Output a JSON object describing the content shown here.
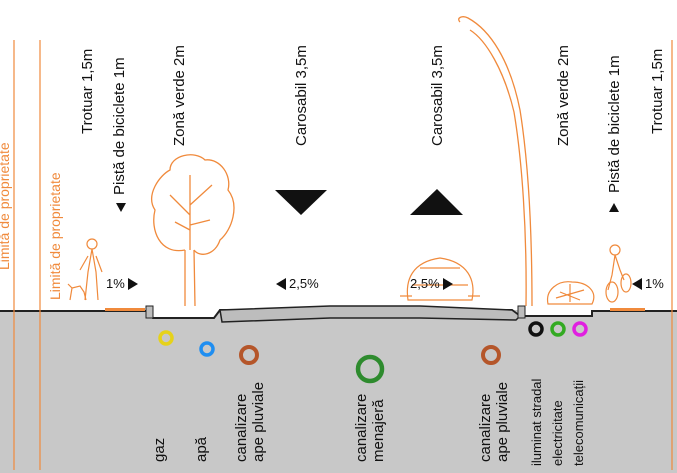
{
  "property_limit": {
    "left_label": "Limită de proprietate",
    "right_label": "Limită de proprietate",
    "color": "#f08a3c"
  },
  "zones": {
    "trotuar_left": "Trotuar 1,5m",
    "bike_left": "Pistă de biciclete 1m",
    "green_left": "Zonă verde 2m",
    "road_left": "Carosabil 3,5m",
    "road_right": "Carosabil 3,5m",
    "green_right": "Zonă verde 2m",
    "bike_right": "Pistă de biciclete 1m",
    "trotuar_right": "Trotuar 1,5m"
  },
  "slopes": {
    "left_sidewalk": "1%",
    "left_road": "2,5%",
    "right_road": "2,5%",
    "right_sidewalk": "1%"
  },
  "utilities": [
    {
      "key": "gaz",
      "label_lines": [
        "gaz"
      ],
      "color": "#e6d21a"
    },
    {
      "key": "apa",
      "label_lines": [
        "apă"
      ],
      "color": "#1f8ef1"
    },
    {
      "key": "pluviale_left",
      "label_lines": [
        "canalizare",
        "ape pluviale"
      ],
      "color": "#b5562a"
    },
    {
      "key": "menajera",
      "label_lines": [
        "canalizare",
        "menajeră"
      ],
      "color": "#2e8b2e"
    },
    {
      "key": "pluviale_right",
      "label_lines": [
        "canalizare",
        "ape pluviale"
      ],
      "color": "#b5562a"
    },
    {
      "key": "iluminat",
      "label_lines": [
        "iluminat stradal"
      ],
      "color": "#111111"
    },
    {
      "key": "electricitate",
      "label_lines": [
        "electricitate"
      ],
      "color": "#33aa22"
    },
    {
      "key": "telecom",
      "label_lines": [
        "telecomunicații"
      ],
      "color": "#e020e0"
    }
  ],
  "colors": {
    "ground": "#c8c8c8",
    "asphalt": "#bdbdbd",
    "sketch": "#f08a3c"
  }
}
